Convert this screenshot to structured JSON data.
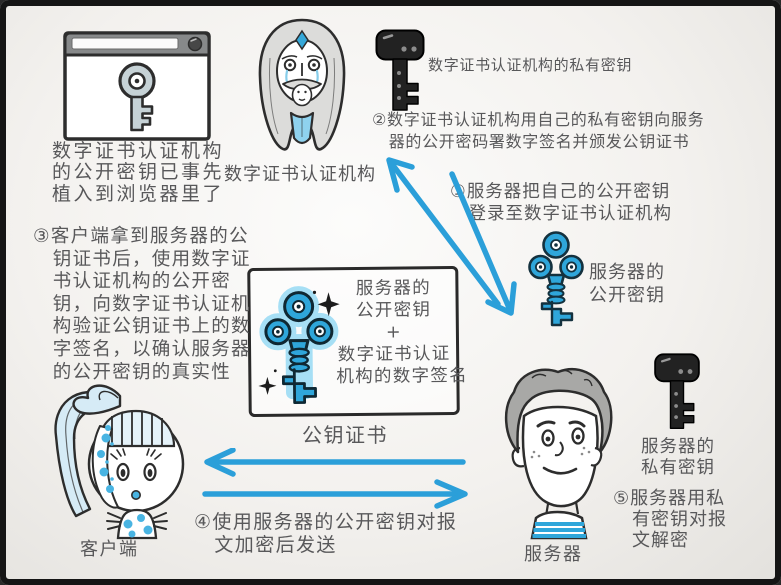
{
  "meta": {
    "accent_blue": "#2fa6da",
    "light_blue": "#d6ebf6",
    "ink": "#2d2d2d",
    "text_gray": "#58585a",
    "background": "#f3f1ee"
  },
  "ca": {
    "label": "数字证书认证机构",
    "browser_caption": "数字证书认证机构\n的公开密钥已事先\n植入到浏览器里了",
    "private_key_label": "数字证书认证机构的私有密钥"
  },
  "server": {
    "label": "服务器",
    "public_key_label": "服务器的\n公开密钥",
    "private_key_label": "服务器的\n私有密钥"
  },
  "client": {
    "label": "客户端"
  },
  "certificate": {
    "content": "服务器的\n公开密钥\n+\n数字证书认证\n机构的数字签名",
    "caption": "公钥证书"
  },
  "steps": {
    "s1": "①服务器把自己的公开密钥\n　登录至数字证书认证机构",
    "s2": "②数字证书认证机构用自己的私有密钥向服务\n　器的公开密码署数字签名并颁发公钥证书",
    "s3": "③客户端拿到服务器的公\n　钥证书后，使用数字证\n　书认证机构的公开密\n　钥，向数字证书认证机\n　构验证公钥证书上的数\n　字签名，以确认服务器\n　的公开密钥的真实性",
    "s4": "④使用服务器的公开密钥对报\n　文加密后发送",
    "s5": "⑤服务器用私\n　有密钥对报\n　文解密"
  },
  "icons": {
    "browser": "browser-window-with-key-icon",
    "ca_avatar": "wizard-face-icon",
    "ca_private_key": "black-key-icon",
    "server_public_key": "blue-clover-key-icon",
    "certificate_key": "ornate-blue-key-icon",
    "server_private_key": "black-key-icon",
    "client_avatar": "girl-face-icon",
    "server_avatar": "boy-face-icon",
    "ca_server_exchange": "double-diagonal-arrow-icon",
    "client_server_exchange": "double-horizontal-arrow-icon"
  }
}
